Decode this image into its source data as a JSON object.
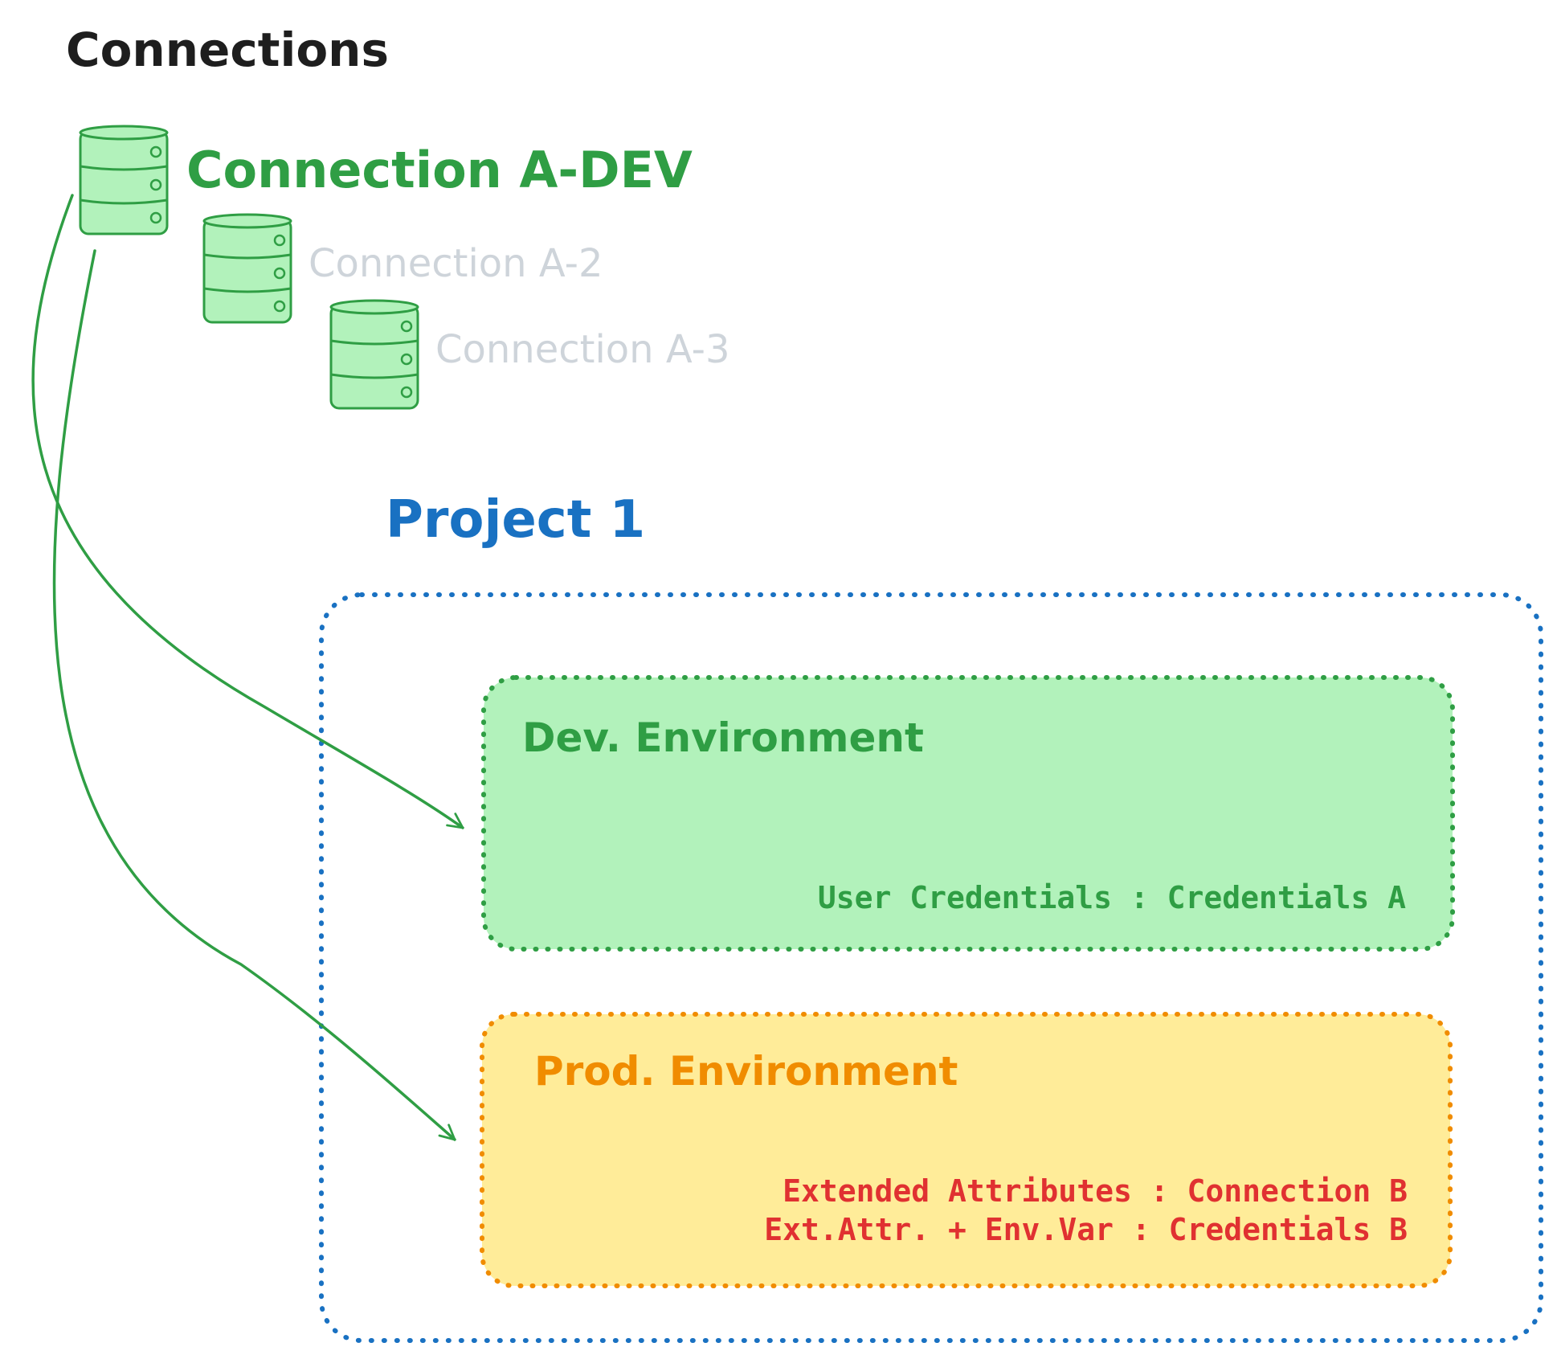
{
  "colors": {
    "title": "#1e1e1e",
    "active_connection": "#2f9e44",
    "inactive_connection": "#ced4da",
    "db_fill": "#b2f2bb",
    "db_stroke": "#2f9e44",
    "project": "#1971c2",
    "dev_fill": "#b2f2bb",
    "dev_stroke": "#2f9e44",
    "prod_fill": "#ffec99",
    "prod_stroke": "#f08c00",
    "prod_title": "#f08c00",
    "prod_note": "#e03131",
    "arrow": "#2f9e44"
  },
  "heading": "Connections",
  "connections": [
    {
      "label": "Connection A-DEV",
      "icon": "database-icon",
      "active": true
    },
    {
      "label": "Connection A-2",
      "icon": "database-icon",
      "active": false
    },
    {
      "label": "Connection A-3",
      "icon": "database-icon",
      "active": false
    }
  ],
  "project": {
    "label": "Project 1"
  },
  "environments": {
    "dev": {
      "title": "Dev. Environment",
      "lines": [
        "User Credentials : Credentials A"
      ]
    },
    "prod": {
      "title": "Prod. Environment",
      "lines": [
        "Extended Attributes : Connection B",
        "Ext.Attr. + Env.Var : Credentials B"
      ]
    }
  },
  "arrows": [
    {
      "from": "Connection A-DEV",
      "to": "Dev. Environment"
    },
    {
      "from": "Connection A-DEV",
      "to": "Prod. Environment"
    }
  ]
}
